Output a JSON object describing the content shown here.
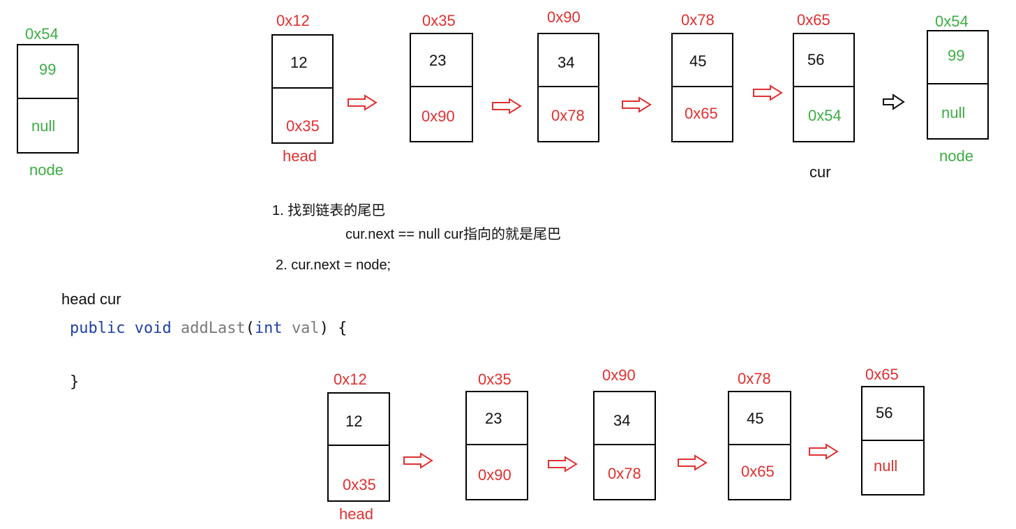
{
  "new_node": {
    "addr": "0x54",
    "val": "99",
    "next": "null",
    "label": "node"
  },
  "top_list": [
    {
      "addr": "0x12",
      "val": "12",
      "next": "0x35",
      "label": "head"
    },
    {
      "addr": "0x35",
      "val": "23",
      "next": "0x90",
      "label": ""
    },
    {
      "addr": "0x90",
      "val": "34",
      "next": "0x78",
      "label": ""
    },
    {
      "addr": "0x78",
      "val": "45",
      "next": "0x65",
      "label": ""
    },
    {
      "addr": "0x65",
      "val": "56",
      "next": "0x54",
      "label": ""
    },
    {
      "addr": "0x54",
      "val": "99",
      "next": "null",
      "label": "node"
    }
  ],
  "cur_label": "cur",
  "steps": {
    "step1": "1. 找到链表的尾巴",
    "step1_detail": "cur.next == null  cur指向的就是尾巴",
    "step2": "2. cur.next = node;"
  },
  "code": {
    "vars": "head  cur",
    "kw_public": "public",
    "kw_void": "void",
    "method": "addLast",
    "open_paren": "(",
    "kw_int": "int",
    "param": "val",
    "close": ") {",
    "brace_close": "}"
  },
  "bottom_list": [
    {
      "addr": "0x12",
      "val": "12",
      "next": "0x35",
      "label": "head"
    },
    {
      "addr": "0x35",
      "val": "23",
      "next": "0x90",
      "label": ""
    },
    {
      "addr": "0x90",
      "val": "34",
      "next": "0x78",
      "label": ""
    },
    {
      "addr": "0x78",
      "val": "45",
      "next": "0x65",
      "label": ""
    },
    {
      "addr": "0x65",
      "val": "56",
      "next": "null",
      "label": ""
    }
  ],
  "colors": {
    "red": "#e03030",
    "green": "#3cae44",
    "black": "#111111",
    "code_keyword": "#1f3fa8"
  }
}
